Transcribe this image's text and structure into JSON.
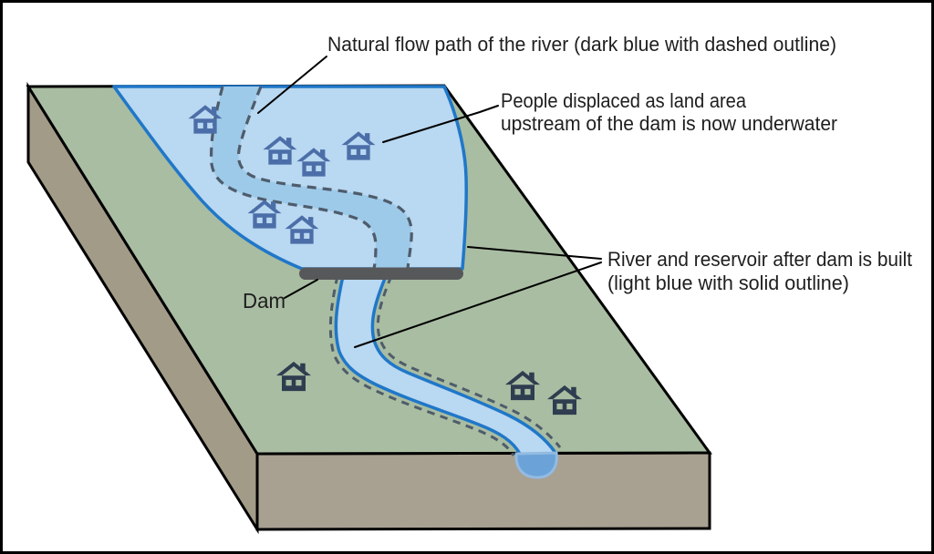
{
  "labels": {
    "natural_flow_path": "Natural flow path of the river (dark blue with dashed outline)",
    "people_displaced_line1": "People displaced as land area",
    "people_displaced_line2": "upstream of the dam is now underwater",
    "river_reservoir_line1": "River and reservoir after dam is built",
    "river_reservoir_line2": "(light blue with solid outline)",
    "dam": "Dam"
  },
  "houses": {
    "flooded_count": 6,
    "on_land_count": 3,
    "icon": "house-icon"
  },
  "legend_meaning": {
    "dashed_outline": "natural flow path of the river (dark blue)",
    "solid_outline": "river and reservoir after dam is built (light blue)"
  },
  "colors": {
    "land-top": "#a9bda2",
    "land-side": "#a29b88",
    "land-front": "#a8a091",
    "outline": "#000000",
    "reservoir-fill": "#b9d8f1",
    "water-outline": "#2077c8",
    "channel-fill": "#9ecae9",
    "dash-color": "#4e5c6b",
    "dam-fill": "#57585a",
    "house-flooded": "#4c6ea8",
    "house-land": "#2e3d4f",
    "waterfall-fill": "#6ba3d8",
    "waterfall-edge": "#93bbe2",
    "text-color": "#1e1e1e",
    "leader-color": "#000000"
  }
}
